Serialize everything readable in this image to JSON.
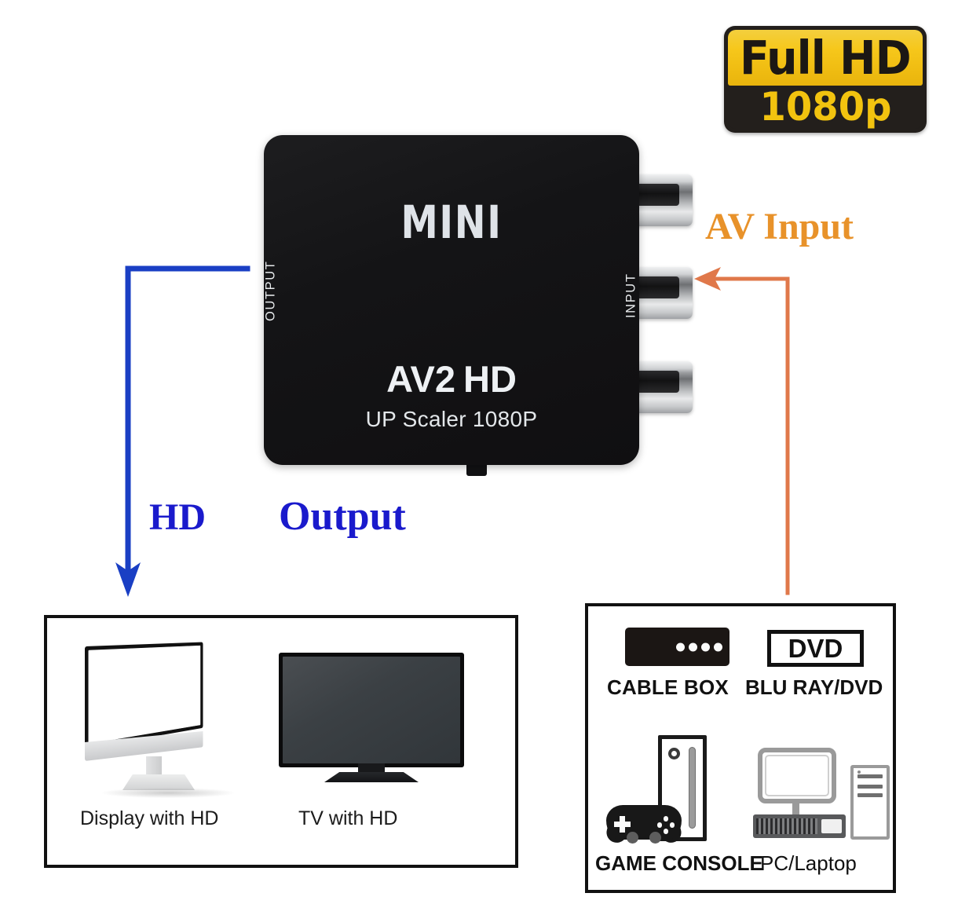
{
  "badge": {
    "name": "full-hd-badge",
    "line1": "Full HD",
    "line2": "1080p",
    "gold": "#F2C30F",
    "dark": "#231F1C"
  },
  "device": {
    "brand": "MINI",
    "model": "AV2",
    "model_suffix": "HD",
    "subtitle": "UP Scaler 1080P",
    "port_label_left": "OUTPUT",
    "port_label_right": "INPUT",
    "body_color": "#141416",
    "connectors": [
      "rca-jack-yellow-video",
      "rca-jack-white-audio-left",
      "rca-jack-red-audio-right"
    ]
  },
  "annotations": {
    "av_input": "AV Input",
    "hd": "HD",
    "output": "Output",
    "blue": "#1A1ACC",
    "orange": "#E8922A"
  },
  "output_box": {
    "name": "hd-output-devices-box",
    "devices": [
      {
        "icon": "desktop-monitor-icon",
        "label": "Display with HD"
      },
      {
        "icon": "flat-tv-icon",
        "label": "TV with HD"
      }
    ]
  },
  "input_box": {
    "name": "av-source-devices-box",
    "devices": [
      {
        "icon": "cable-box-icon",
        "label": "CABLE BOX",
        "text": ""
      },
      {
        "icon": "dvd-player-icon",
        "label": "BLU RAY/DVD",
        "text": "DVD"
      },
      {
        "icon": "game-console-icon",
        "label": "GAME CONSOLE",
        "text": ""
      },
      {
        "icon": "pc-desktop-icon",
        "label": "PC/Laptop",
        "text": ""
      }
    ]
  }
}
